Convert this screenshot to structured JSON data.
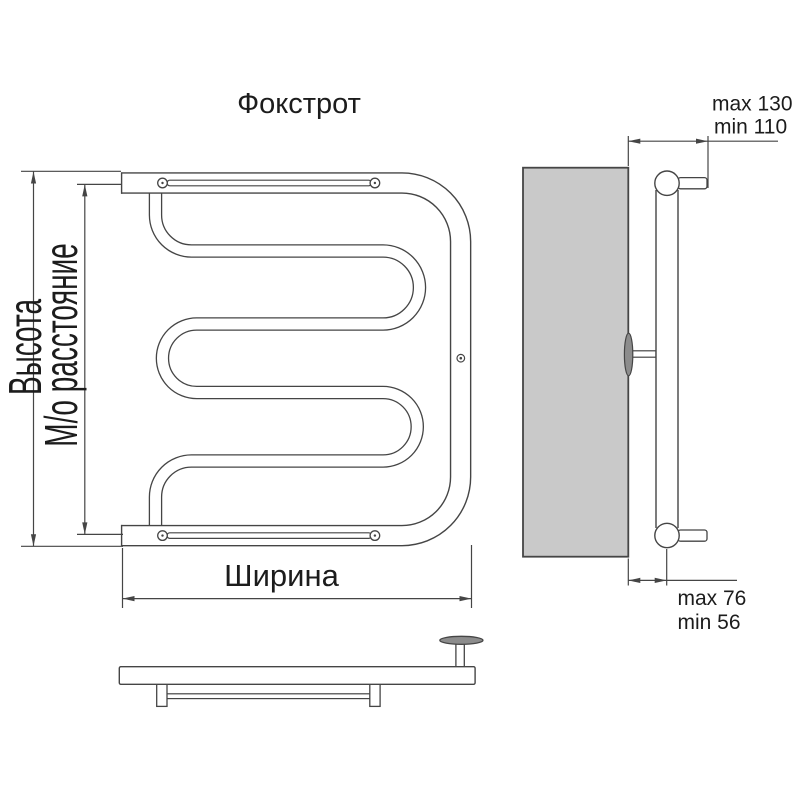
{
  "title": "Фокстрот",
  "front": {
    "height_label": "Высота",
    "mo_distance_label": "М/о расстояние",
    "width_label": "Ширина"
  },
  "side": {
    "top_offset_max": "max 130",
    "top_offset_min": "min 110",
    "bottom_offset_max": "max 76",
    "bottom_offset_min": "min 56"
  },
  "colors": {
    "line": "#454545",
    "wall_fill": "#c9c9c9",
    "bracket_fill": "#8c8c8c",
    "text": "#1c1c1c",
    "background": "#ffffff"
  }
}
